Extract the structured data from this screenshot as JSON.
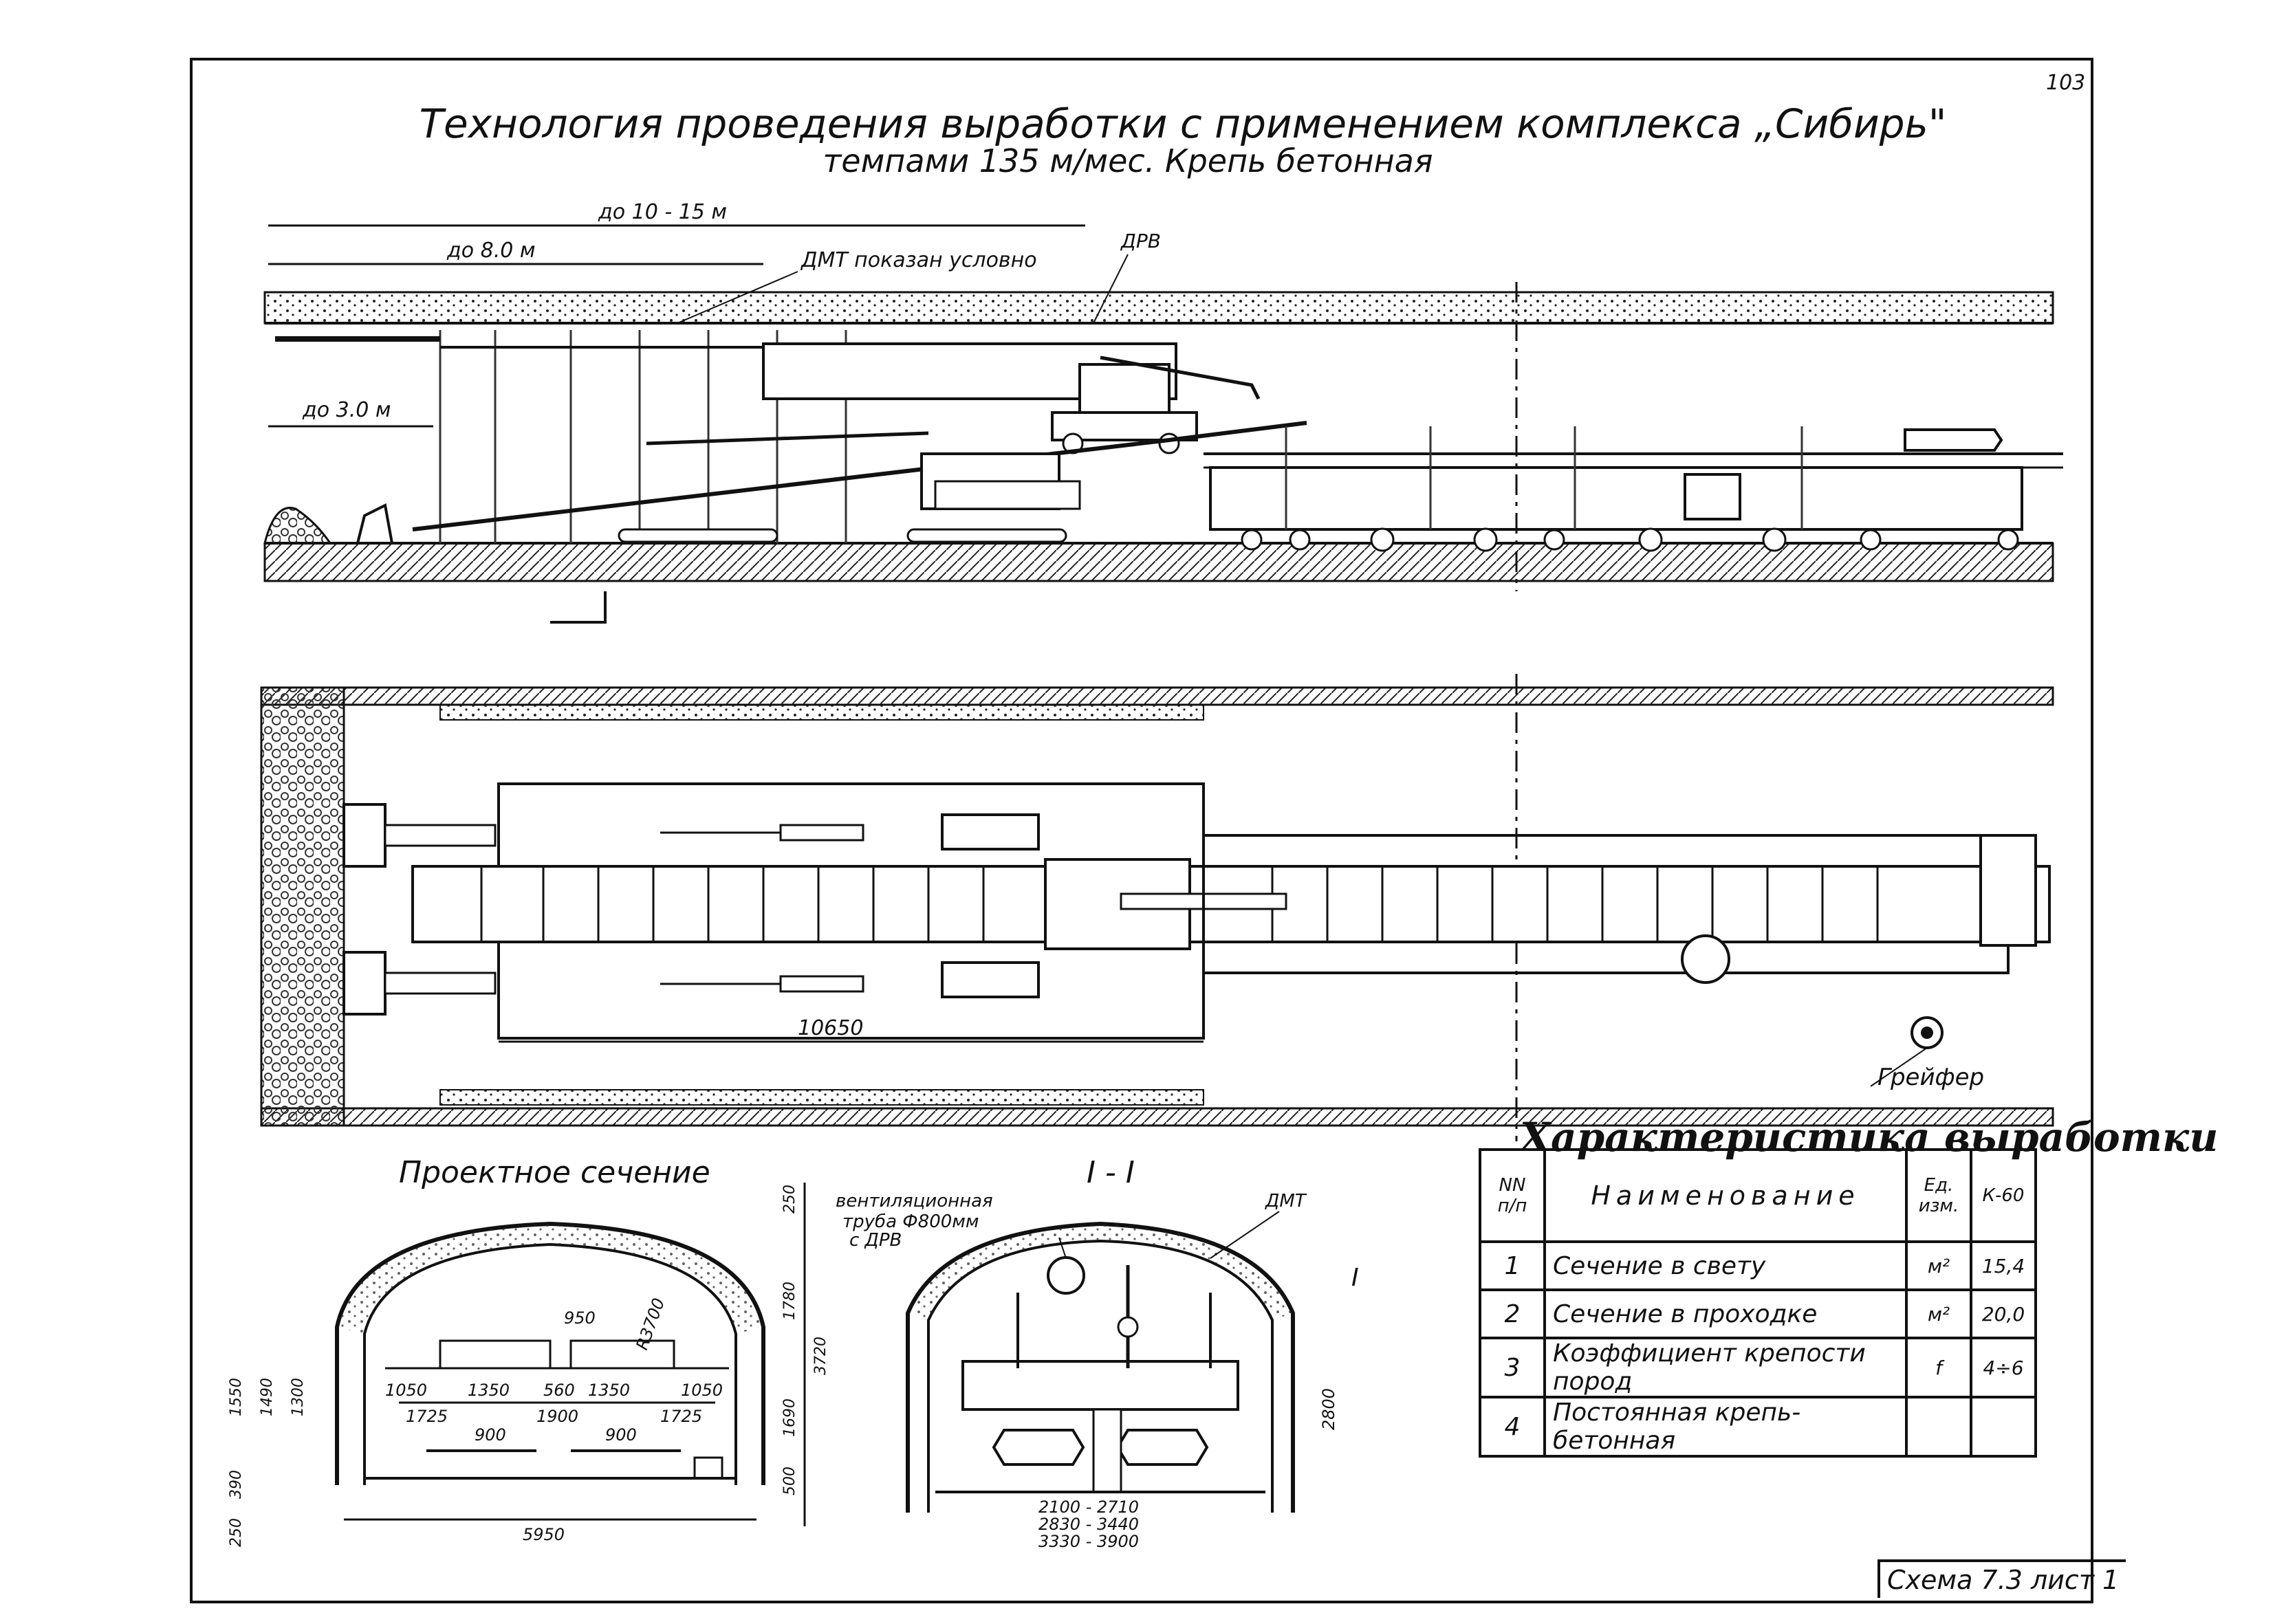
{
  "sheet": {
    "page_number": "103",
    "title_line1": "Технология проведения выработки с применением комплекса „Сибирь\"",
    "title_line2": "темпами 135 м/мес. Крепь бетонная",
    "scheme_label": "Схема 7.3 лист 1"
  },
  "longitudinal_section": {
    "dim_10_15": "до 10 - 15 м",
    "dim_8": "до 8.0 м",
    "dim_3": "до 3.0 м",
    "dmt_note": "ДМТ показан условно",
    "drv_label": "ДРВ"
  },
  "plan_view": {
    "length_dim": "10650",
    "grapple_label": "Грейфер"
  },
  "design_section": {
    "title": "Проектное сечение",
    "dims": [
      "950",
      "R3700",
      "1050",
      "1350",
      "560",
      "1350",
      "1050",
      "1725",
      "1900",
      "1725",
      "900",
      "900",
      "5950"
    ],
    "vertical_dims": [
      "1550",
      "1490",
      "1300",
      "390",
      "250",
      "250",
      "1780",
      "3720",
      "1690",
      "500"
    ]
  },
  "section_1_1": {
    "title": "I - I",
    "vent_label_1": "вентиляционная",
    "vent_label_2": "труба Ф800мм",
    "vent_label_3": "с ДРВ",
    "dmt_label": "ДМТ",
    "marker": "I",
    "height_dim": "2800",
    "widths": [
      "2100 - 2710",
      "2830 - 3440",
      "3330 - 3900"
    ]
  },
  "characteristics_table": {
    "title": "Характеристика выработки",
    "header_num": "NN п/п",
    "header_name": "Наименование",
    "header_unit": "Ед. изм.",
    "header_value": "К-60",
    "rows": [
      {
        "num": "1",
        "name": "Сечение в свету",
        "unit": "м²",
        "value": "15,4"
      },
      {
        "num": "2",
        "name": "Сечение в проходке",
        "unit": "м²",
        "value": "20,0"
      },
      {
        "num": "3",
        "name": "Коэффициент крепости пород",
        "unit": "f",
        "value": "4÷6"
      },
      {
        "num": "4",
        "name": "Постоянная крепь-бетонная",
        "unit": "",
        "value": ""
      }
    ]
  }
}
